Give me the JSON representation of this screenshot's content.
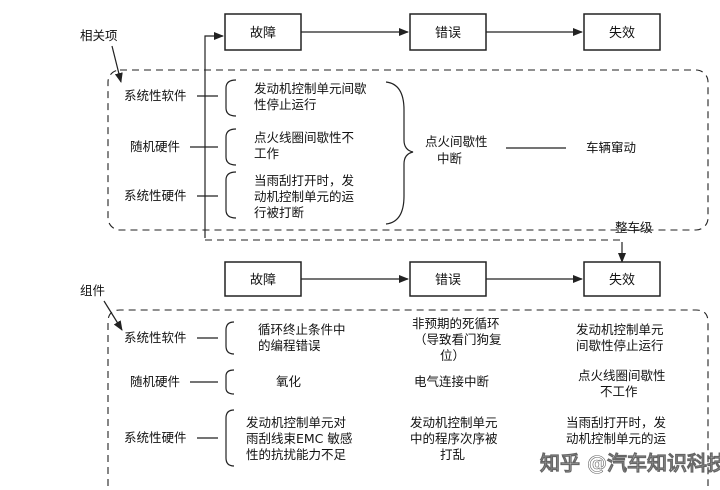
{
  "top": {
    "label": "相关项",
    "level_label": "整车级",
    "headers": [
      "故障",
      "错误",
      "失效"
    ],
    "rows": [
      {
        "type": "系统性软件",
        "fault": [
          "发动机控制单元间歇",
          "性停止运行"
        ]
      },
      {
        "type": "随机硬件",
        "fault": [
          "点火线圈间歇性不",
          "工作"
        ]
      },
      {
        "type": "系统性硬件",
        "fault": [
          "当雨刮打开时，发",
          "动机控制单元的运",
          "行被打断"
        ]
      }
    ],
    "error": [
      "点火间歇性",
      "中断"
    ],
    "failure": "车辆窜动"
  },
  "bottom": {
    "label": "组件",
    "headers": [
      "故障",
      "错误",
      "失效"
    ],
    "rows": [
      {
        "type": "系统性软件",
        "fault": [
          "循环终止条件中",
          "的编程错误"
        ],
        "error": [
          "非预期的死循环",
          "（导致看门狗复",
          "位）"
        ],
        "failure": [
          "发动机控制单元",
          "间歇性停止运行"
        ]
      },
      {
        "type": "随机硬件",
        "fault": [
          "氧化"
        ],
        "error": [
          "电气连接中断"
        ],
        "failure": [
          "点火线圈间歇性",
          "不工作"
        ]
      },
      {
        "type": "系统性硬件",
        "fault": [
          "发动机控制单元对",
          "雨刮线束EMC 敏感",
          "性的抗扰能力不足"
        ],
        "error": [
          "发动机控制单元",
          "中的程序次序被",
          "打乱"
        ],
        "failure": [
          "当雨刮打开时，发",
          "动机控制单元的运"
        ]
      }
    ]
  },
  "watermark": "知乎 @汽车知识科技"
}
